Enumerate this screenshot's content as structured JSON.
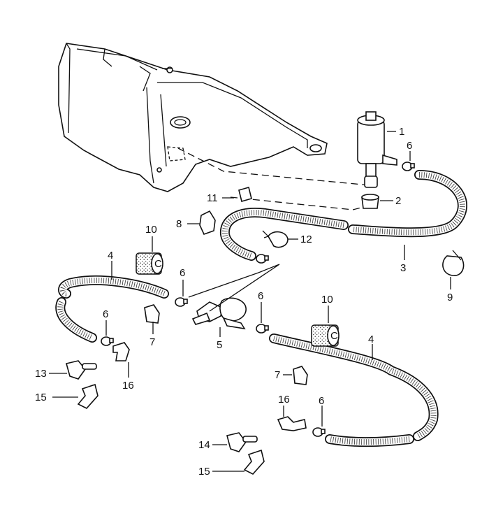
{
  "labels": {
    "l1": "1",
    "l2": "2",
    "l3": "3",
    "l4a": "4",
    "l4b": "4",
    "l5": "5",
    "l6a": "6",
    "l6b": "6",
    "l6c": "6",
    "l6d": "6",
    "l6e": "6",
    "l7a": "7",
    "l7b": "7",
    "l8": "8",
    "l9": "9",
    "l10a": "10",
    "l10b": "10",
    "l11": "11",
    "l12": "12",
    "l13": "13",
    "l14": "14",
    "l15a": "15",
    "l15b": "15",
    "l16a": "16",
    "l16b": "16"
  }
}
